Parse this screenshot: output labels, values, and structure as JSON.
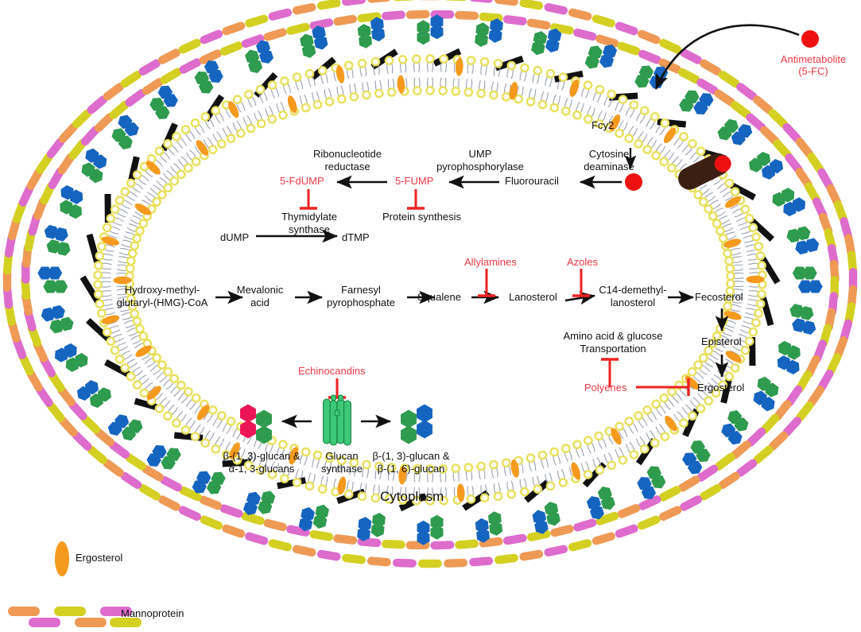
{
  "figure": {
    "title": "Fungal cell antifungal drug target pathways",
    "cytoplasm_label": "Cytoplasm",
    "transporter_label": "Fcy2"
  },
  "colors": {
    "drug_text_red": "#ee3a44",
    "inhibitor_red": "#ee2222",
    "molecule_red": "#ee1111",
    "text_black": "#111111",
    "mannoprotein_orange": "#ee9a55",
    "mannoprotein_yellow": "#d4d022",
    "mannoprotein_magenta": "#dd6ccc",
    "glucan_blue": "#1565c0",
    "glucan_green": "#2e9b4e",
    "alpha_glucan_pink": "#ec1455",
    "chitin_black": "#111111",
    "lipid_head_yellow": "#e8e05a",
    "ergosterol_orange": "#f59a1e",
    "transporter_brown": "#3a1f13",
    "synthase_green": "#3cc878"
  },
  "antimetabolite": {
    "label_line1": "Antimetabolite",
    "label_line2": "(5-FC)"
  },
  "five_fc_pathway": {
    "enzymes": [
      {
        "line1": "Cytosine",
        "line2": "deaminase"
      },
      {
        "line1": "UMP",
        "line2": "pyrophosphorylase"
      },
      {
        "line1": "Ribonucleotide",
        "line2": "reductase"
      },
      {
        "line1": "Thymidylate",
        "line2": "synthase"
      }
    ],
    "metabolites": [
      {
        "label": "Fluorouracil",
        "color": "black"
      },
      {
        "label": "5-FUMP",
        "color": "red"
      },
      {
        "label": "5-FdUMP",
        "color": "red"
      },
      {
        "label": "dUMP",
        "color": "black"
      },
      {
        "label": "dTMP",
        "color": "black"
      }
    ],
    "inhibited_processes": [
      {
        "label": "Protein synthesis"
      }
    ]
  },
  "ergosterol_pathway": {
    "steps": [
      {
        "line1": "Hydroxy-methyl-",
        "line2": "glutaryl-(HMG)-CoA"
      },
      {
        "line1": "Mevalonic",
        "line2": "acid"
      },
      {
        "line1": "Farnesyl",
        "line2": "pyrophosphate"
      },
      {
        "line1": "Squalene",
        "line2": ""
      },
      {
        "line1": "Lanosterol",
        "line2": ""
      },
      {
        "line1": "C14-demethyl-",
        "line2": "lanosterol"
      },
      {
        "line1": "Fecosterol",
        "line2": ""
      },
      {
        "line1": "Episterol",
        "line2": ""
      },
      {
        "line1": "Ergosterol",
        "line2": ""
      }
    ],
    "drugs": [
      {
        "label": "Allylamines"
      },
      {
        "label": "Azoles"
      },
      {
        "label": "Polyenes"
      }
    ],
    "transport_process": {
      "line1": "Amino acid & glucose",
      "line2": "Transportation"
    }
  },
  "glucan_pathway": {
    "drug": "Echinocandins",
    "enzyme_line1": "Glucan",
    "enzyme_line2": "synthase",
    "left_product_line1": "β-(1, 3)-glucan &",
    "left_product_line2": "α-1, 3-glucans",
    "right_product_line1": "β-(1, 3)-glucan &",
    "right_product_line2": "β-(1, 6)-glucan"
  },
  "legend": {
    "items": [
      {
        "key": "ergosterol",
        "label": "Ergosterol"
      },
      {
        "key": "mannoprotein",
        "label": "Mannoprotein"
      }
    ]
  }
}
